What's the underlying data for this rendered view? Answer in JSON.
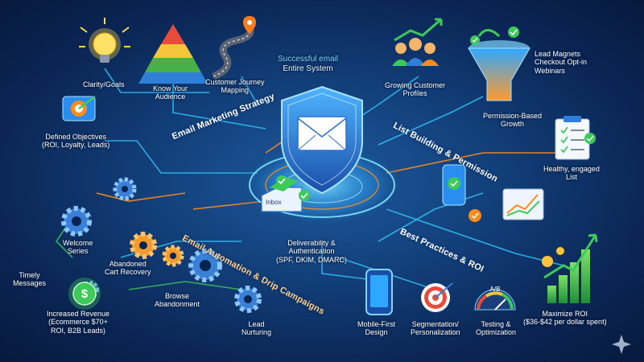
{
  "center": {
    "title_line1": "Successful email",
    "title_line2": "Entire System",
    "inbox_label": "Inbox",
    "deliverability": [
      "Deliverability &",
      "Authentication",
      "(SPF, DKIM, DMARC)"
    ]
  },
  "strategy": {
    "title": "Email Marketing Strategy",
    "clarity": "Clarity/Goals",
    "audience": [
      "Know Your",
      "Audience"
    ],
    "journey": [
      "Customer Journey",
      "Mapping"
    ],
    "objectives": [
      "Defined Objectives",
      "(ROI, Loyalty, Leads)"
    ]
  },
  "list_building": {
    "title": "List Building & Permission",
    "profiles": [
      "Growing Customer",
      "Profiles"
    ],
    "sources": [
      "Lead Magnets",
      "Checkout Opt-in",
      "Webinars"
    ],
    "growth": [
      "Permission-Based",
      "Growth"
    ],
    "healthy": [
      "Healthy, engaged",
      "List"
    ]
  },
  "automation": {
    "title": "Email Automation & Drip Campaigns",
    "welcome": [
      "Welcome",
      "Series"
    ],
    "cart": [
      "Abandoned",
      "Cart Recovery"
    ],
    "timely": [
      "Timely",
      "Messages"
    ],
    "browse": [
      "Browse",
      "Abandonment"
    ],
    "revenue": [
      "Increased Revenue",
      "(Ecommerce $70+",
      "ROI, B2B Leads)"
    ],
    "nurturing": [
      "Lead",
      "Nurturing"
    ]
  },
  "best_practices": {
    "title": "Best Practices & ROI",
    "mobile": [
      "Mobile-First",
      "Design"
    ],
    "segmentation": [
      "Segmentation/",
      "Personalization"
    ],
    "testing": [
      "Testing &",
      "Optimization"
    ],
    "ab_label": "A/B",
    "roi": [
      "Maximize ROI",
      "($36-$42 per dollar spent)"
    ],
    "dollar": "$"
  },
  "colors": {
    "glow": "#35c8ff",
    "orange": "#ff8c1a",
    "green": "#3ec95b",
    "gear_blue": "#3a7fd8",
    "gear_orange": "#f29a2e"
  },
  "icons": [
    "lightbulb-icon",
    "pyramid-icon",
    "road-map-icon",
    "target-icon",
    "people-icon",
    "funnel-icon",
    "checklist-icon",
    "shield-envelope-icon",
    "inbox-icon",
    "gear-icon",
    "phone-icon",
    "chart-icon",
    "dollar-icon",
    "dartboard-icon",
    "gauge-icon",
    "bar-chart-icon",
    "sparkle-icon"
  ]
}
